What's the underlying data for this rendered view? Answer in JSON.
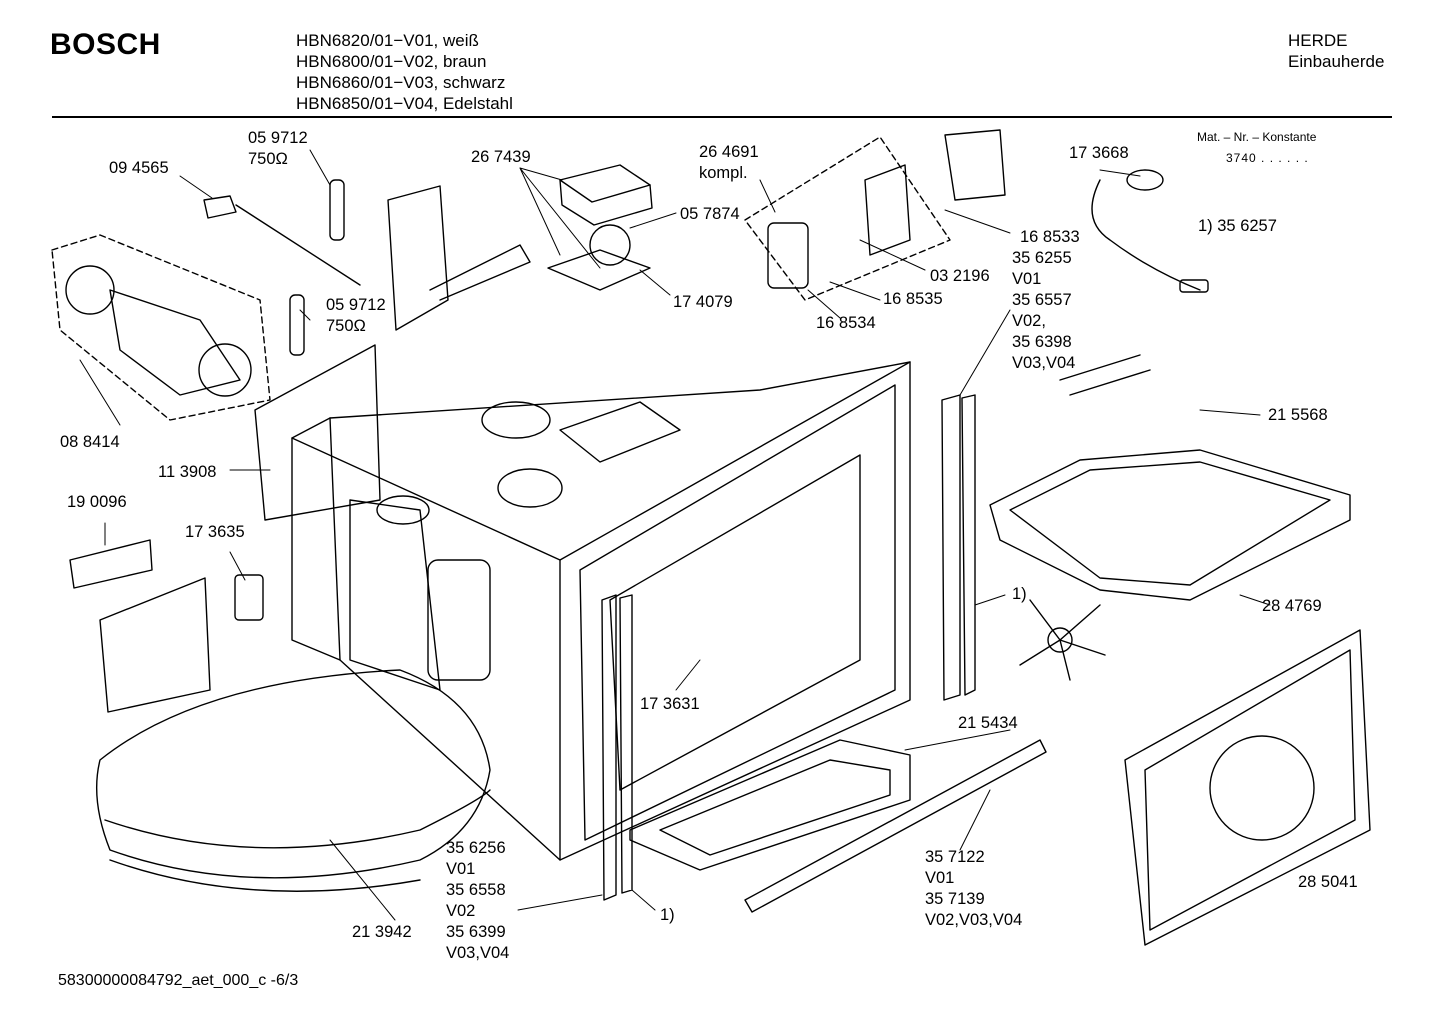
{
  "header": {
    "brand": "BOSCH",
    "models": [
      "HBN6820/01−V01, weiß",
      "HBN6800/01−V02, braun",
      "HBN6860/01−V03, schwarz",
      "HBN6850/01−V04, Edelstahl"
    ],
    "category": [
      "HERDE",
      "Einbauherde"
    ]
  },
  "constant": {
    "label": "Mat. – Nr. – Konstante",
    "value": "3740  .  .    .  .  .  ."
  },
  "labels": [
    "09 4565",
    "05 9712\n750Ω",
    "26 7439",
    "26 4691\nkompl.",
    "17 3668",
    "05 7874",
    "05 9712\n750Ω",
    "17 4079",
    "16 8533",
    "03 2196",
    "16 8535",
    "16 8534",
    "1) 35 6257",
    "35 6255\nV01\n35 6557\nV02,\n35 6398\nV03,V04",
    "08 8414",
    "11 3908",
    "21 5568",
    "19 0096",
    "17 3635",
    "1)",
    "28 4769",
    "17 3631",
    "21 5434",
    "35 6256\nV01\n35 6558\nV02\n35 6399\nV03,V04",
    "35 7122\nV01\n35 7139\nV02,V03,V04",
    "1)",
    "21 3942",
    "28 5041"
  ],
  "footer": {
    "doc_id": "58300000084792_aet_000_c  -6/3"
  }
}
